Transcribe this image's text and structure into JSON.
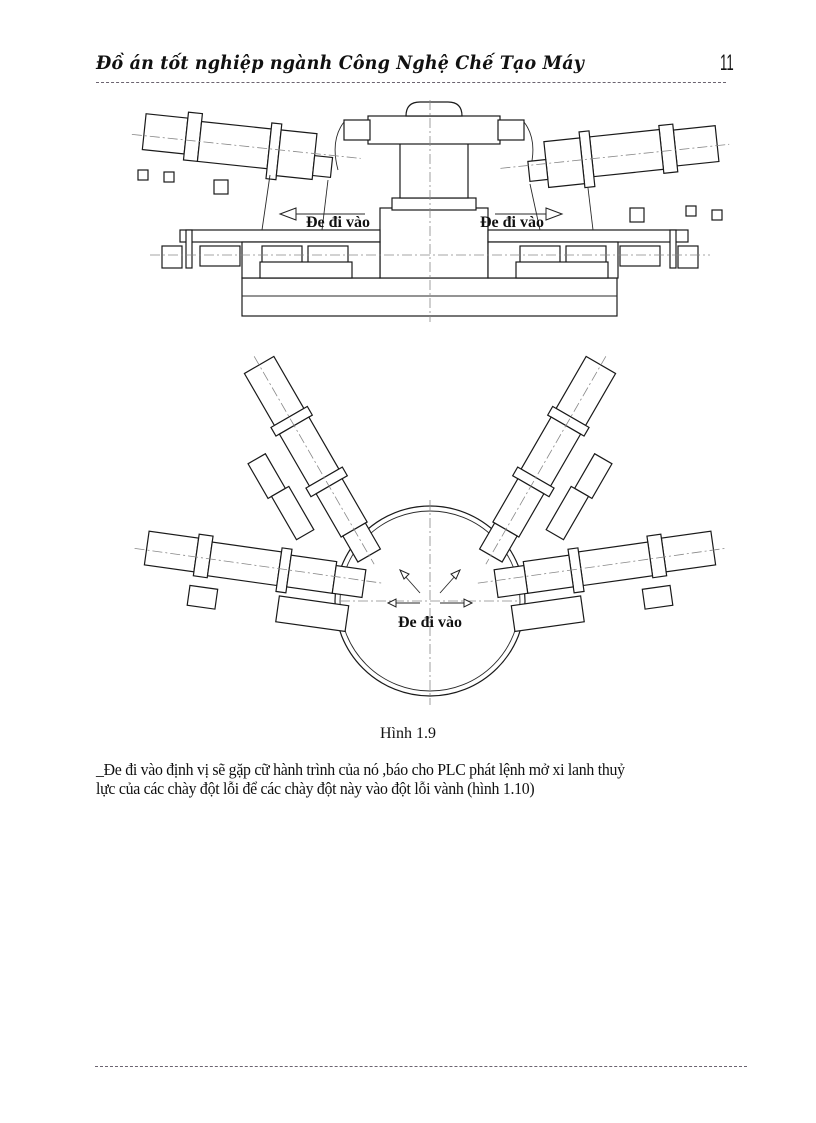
{
  "header": {
    "title": "Đồ án tốt nghiệp ngành Công Nghệ Chế Tạo Máy",
    "page_number": "11"
  },
  "figure": {
    "top_view": {
      "labels": [
        "Đe đi vào",
        "Đe đi vào"
      ]
    },
    "plan_view": {
      "label": "Đe đi vào"
    },
    "caption": "Hình 1.9"
  },
  "body": {
    "paragraph_line1": "_Đe đi vào định vị sẽ gặp cữ hành trình của nó ,báo cho PLC phát lệnh mở xi lanh thuỷ",
    "paragraph_line2": "lực của các chày đột lỗi để các chày đột này vào đột lỗi vành (hình 1.10)"
  }
}
